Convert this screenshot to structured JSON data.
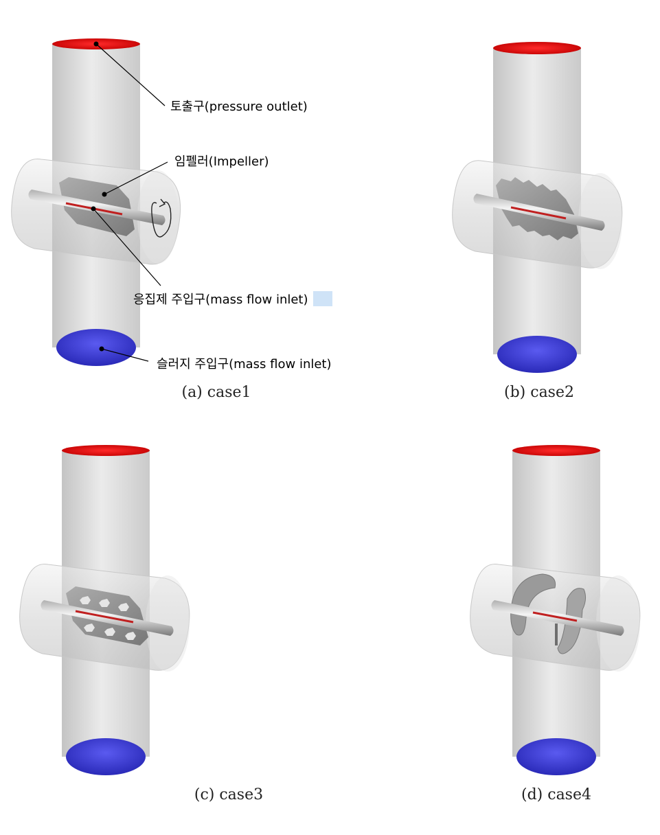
{
  "annotations": {
    "outlet": "토출구(pressure outlet)",
    "impeller": "임펠러(Impeller)",
    "coagulant_inlet": "응집제 주입구(mass flow inlet)",
    "sludge_inlet": "슬러지 주입구(mass flow inlet)"
  },
  "captions": {
    "a": "(a) case1",
    "b": "(b) case2",
    "c": "(c) case3",
    "d": "(d) case4"
  },
  "colors": {
    "outlet": "#e0141a",
    "inlet": "#3b3bd6",
    "pipe": "#d9d9d9",
    "impeller": "#8c8c8c",
    "coagulant_line": "#c02020"
  }
}
